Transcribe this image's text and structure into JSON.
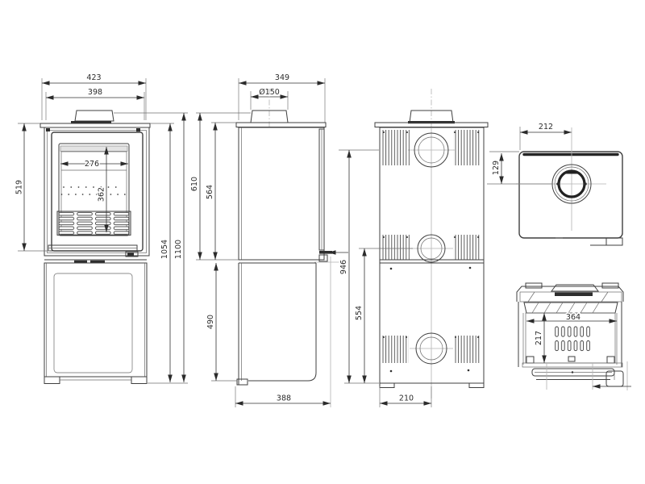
{
  "title": "stove-dimension-drawing",
  "style": {
    "background": "#ffffff",
    "line_color": "#3f3f3f",
    "dim_text_color": "#2b2b2b",
    "centerline_color": "#b3b3b3"
  },
  "views": {
    "front": {
      "dims": {
        "overall_width": "423",
        "top_width": "398",
        "glass_width": "276",
        "glass_height": "362",
        "stove_height": "519",
        "height_to_top": "1054",
        "total_height": "1100"
      }
    },
    "side": {
      "dims": {
        "top_depth": "349",
        "flue_diameter": "Ø150",
        "stove_with_collar": "610",
        "stove_body": "564",
        "base_height": "490",
        "overall_depth": "388"
      }
    },
    "rear": {
      "dims": {
        "flue_centre_height": "946",
        "lower_outlet_height": "554",
        "outlet_offset": "210"
      }
    },
    "top": {
      "dims": {
        "flue_from_left": "212",
        "flue_from_rear": "129"
      }
    },
    "firebox": {
      "dims": {
        "width": "364",
        "depth": "217"
      }
    }
  }
}
